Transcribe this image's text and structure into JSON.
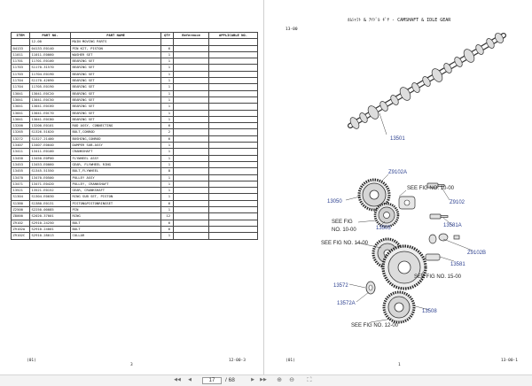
{
  "left_page": {
    "table_headers": [
      "ITEM",
      "PART NO.",
      "PART NAME",
      "QTY",
      "Reference",
      "APPLICABLE NO."
    ],
    "rows": [
      [
        "",
        "12-00",
        "MAIN MOVING PARTS",
        "",
        "",
        ""
      ],
      [
        "04133",
        "04133-E0140",
        "PIN KIT, PISTON",
        "6",
        "",
        ""
      ],
      [
        "11011",
        "11011-E0060",
        "WASHER SET",
        "1",
        "",
        ""
      ],
      [
        "11701",
        "11701-E0100",
        "BEARING SET",
        "1",
        "",
        ""
      ],
      [
        "11703",
        "S1170-31570",
        "BEARING SET",
        "1",
        "",
        ""
      ],
      [
        "11703",
        "11704-E0190",
        "BEARING SET",
        "1",
        "",
        ""
      ],
      [
        "11704",
        "S1170-42090",
        "BEARING SET",
        "1",
        "",
        ""
      ],
      [
        "11704",
        "11705-E0190",
        "BEARING SET",
        "1",
        "",
        ""
      ],
      [
        "13041",
        "13041-E0C20",
        "BEARING SET",
        "1",
        "",
        ""
      ],
      [
        "13041",
        "13041-E0C50",
        "BEARING SET",
        "1",
        "",
        ""
      ],
      [
        "13041",
        "13041-E0C60",
        "BEARING SET",
        "1",
        "",
        ""
      ],
      [
        "13041",
        "13041-E0C70",
        "BEARING SET",
        "1",
        "",
        ""
      ],
      [
        "13041",
        "13041-E0C80",
        "BEARING SET",
        "1",
        "",
        ""
      ],
      [
        "13200",
        "13200-E0101",
        "ROD ASSY, CONNECTING",
        "6",
        "",
        ""
      ],
      [
        "13265",
        "S1326-51020",
        "BOLT,CONROD",
        "2",
        "",
        ""
      ],
      [
        "13272",
        "S1327-21400",
        "BUSHING,CONROD",
        "6",
        "",
        ""
      ],
      [
        "13407",
        "13407-E0040",
        "DAMPER SUB-ASSY",
        "1",
        "",
        ""
      ],
      [
        "13411",
        "13411-E0100",
        "CRANKSHAFT",
        "1",
        "",
        ""
      ],
      [
        "13450",
        "13450-E0P00",
        "FLYWHEEL ASSY",
        "1",
        "",
        ""
      ],
      [
        "13453",
        "13453-E0060",
        "GEAR, FLYWHEEL RING",
        "1",
        "",
        ""
      ],
      [
        "13455",
        "S1345-51550",
        "BOLT,FLYWHEEL",
        "8",
        "",
        ""
      ],
      [
        "13470",
        "13470-E0500",
        "PULLEY ASSY",
        "1",
        "",
        ""
      ],
      [
        "13471",
        "13471-E0420",
        "PULLEY, CRANKSHAFT",
        "1",
        "",
        ""
      ],
      [
        "13521",
        "13521-E0152",
        "GEAR, CRANKSHAFT",
        "1",
        "",
        ""
      ],
      [
        "S1304",
        "S1304-E0030",
        "RING SUB SET, PISTON",
        "1",
        "",
        ""
      ],
      [
        "S1380",
        "S1380-E0131",
        "PISTON&PISTONRINGSET",
        "6",
        "",
        ""
      ],
      [
        "Z2500",
        "S2250-00085",
        "PIN",
        "1",
        "",
        ""
      ],
      [
        "Z8000",
        "S2020-37001",
        "RING",
        "12",
        "",
        ""
      ],
      [
        "Z9102",
        "S2910-24250",
        "BOLT",
        "6",
        "",
        ""
      ],
      [
        "Z9102A",
        "S2910-24001",
        "BOLT",
        "6",
        "",
        ""
      ],
      [
        "Z9102C",
        "S2910-28013",
        "COLLAR",
        "1",
        "",
        ""
      ]
    ],
    "footer_left": "(01)",
    "footer_center": "3",
    "footer_right": "12-00-3"
  },
  "right_page": {
    "title": "ｶﾑｼｬﾌﾄ & ｱｲﾄﾞﾙ ｷﾞﾔ - CAMSHAFT & IDLE GEAR",
    "section_code": "13-00",
    "labels": {
      "l13501": "13501",
      "l29102a": "Z9102A",
      "l13050": "13050",
      "lsee1": "SEE FIG NO. 10-00",
      "lz9102": "Z9102",
      "lsee2a": "SEE FIG",
      "lsee2b": "NO. 10-00",
      "l13505": "13505",
      "l13581a": "13581A",
      "lsee3": "SEE FIG NO. 14-00",
      "lz9102b": "Z9102B",
      "l13581": "13581",
      "l13572": "13572",
      "lsee4": "SEE FIG NO. 15-00",
      "l13572a": "13572A",
      "l13508": "13508",
      "lsee5": "SEE FIG NO. 12-00"
    },
    "footer_left": "(01)",
    "footer_center": "1",
    "footer_right": "13-00-1"
  },
  "toolbar": {
    "current_page": "17",
    "total_pages": "/ 68"
  },
  "colors": {
    "label_blue": "#2b3f8f"
  }
}
